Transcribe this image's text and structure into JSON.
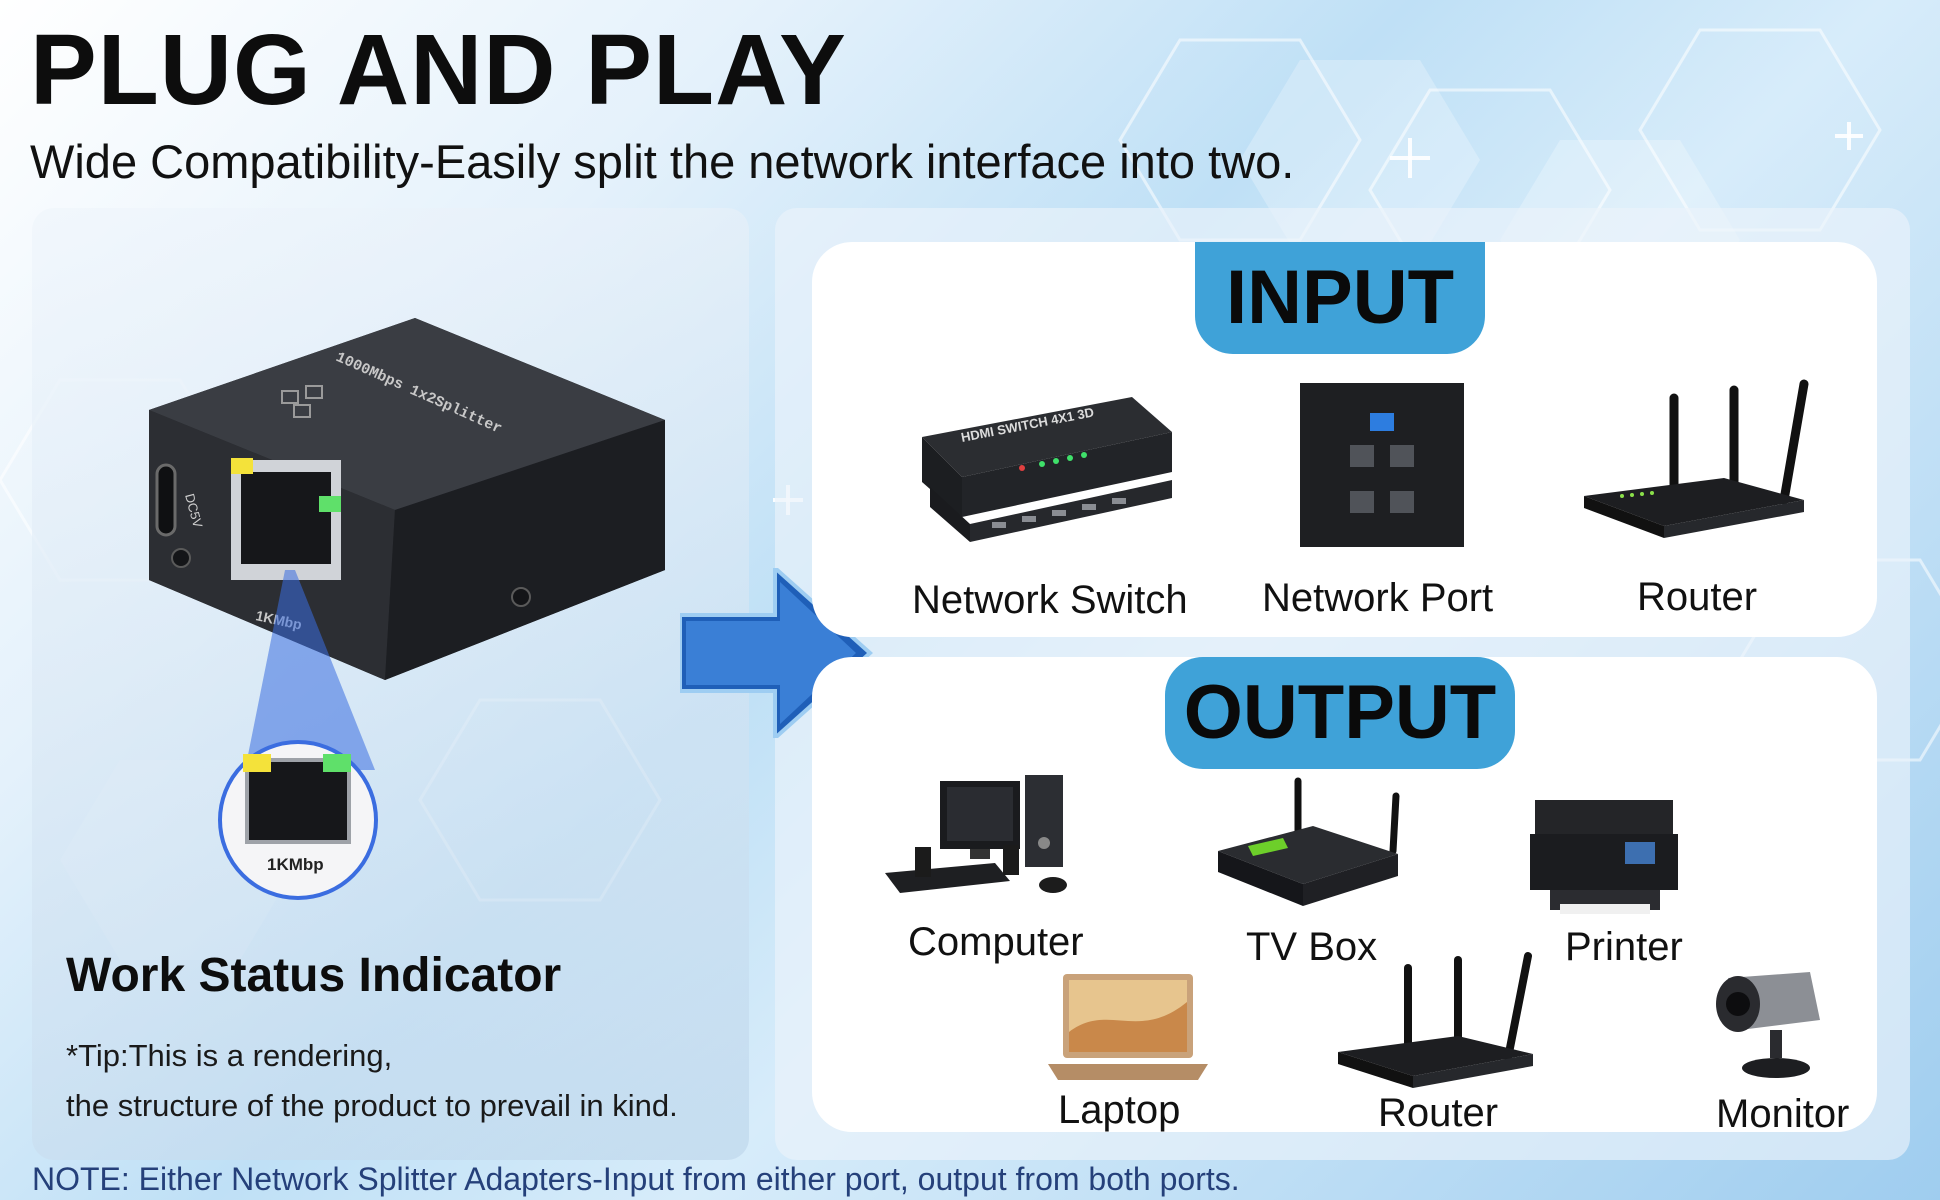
{
  "header": {
    "title": "PLUG AND PLAY",
    "subtitle": "Wide Compatibility-Easily split the network interface into two."
  },
  "product": {
    "top_label": "1000Mbps 1x2Splitter",
    "side_label": "DC5V",
    "port_label": "1KMbp",
    "zoom_label": "1KMbp",
    "led_colors": {
      "left": "#f4e23a",
      "right": "#5fe06a"
    }
  },
  "left": {
    "heading": "Work Status Indicator",
    "tip_line1": "*Tip:This is a rendering,",
    "tip_line2": "the structure of the product to prevail in kind."
  },
  "input": {
    "heading": "INPUT",
    "items": [
      {
        "label": "Network Switch",
        "icon": "network-switch-icon"
      },
      {
        "label": "Network Port",
        "icon": "network-port-icon"
      },
      {
        "label": "Router",
        "icon": "router-icon"
      }
    ],
    "switch_text": "HDMI SWITCH 4X1 3D"
  },
  "output": {
    "heading": "OUTPUT",
    "items": [
      {
        "label": "Computer",
        "icon": "computer-icon"
      },
      {
        "label": "TV Box",
        "icon": "tv-box-icon"
      },
      {
        "label": "Printer",
        "icon": "printer-icon"
      },
      {
        "label": "Laptop",
        "icon": "laptop-icon"
      },
      {
        "label": "Router",
        "icon": "router-icon"
      },
      {
        "label": "Monitor",
        "icon": "security-camera-icon"
      }
    ]
  },
  "note": "NOTE: Either Network Splitter Adapters-Input from either port, output from both ports.",
  "colors": {
    "accent": "#3fa2d8",
    "arrow": "#1f5fb8",
    "note": "#25407a",
    "device": "#2c2e33"
  }
}
